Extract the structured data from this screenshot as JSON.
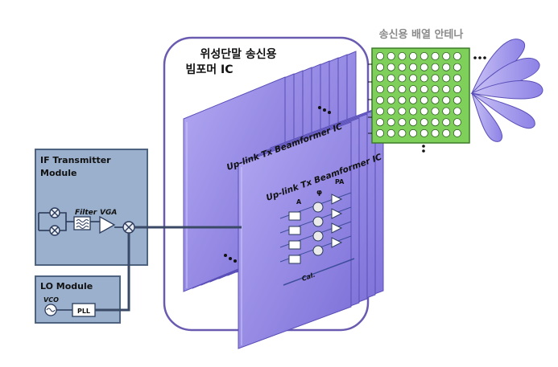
{
  "if_module": {
    "title_line1": "IF Transmitter",
    "title_line2": "Module",
    "filter_label": "Filter",
    "vga_label": "VGA"
  },
  "lo_module": {
    "title": "LO Module",
    "vco_label": "VCO",
    "pll_label": "PLL"
  },
  "beamformer_group": {
    "title_line1": "위성단말 송신용",
    "title_line2": "빔포머 IC",
    "back_chip_label": "Up-link Tx Beamformer IC",
    "front_chip_label": "Up-link Tx Beamformer IC",
    "col_label_a": "A",
    "col_label_phase": "φ",
    "col_label_pa": "PA",
    "cal_label": "Cal."
  },
  "antenna": {
    "title": "송신용 배열 안테나",
    "grid_rows": 8,
    "grid_cols": 8
  },
  "colors": {
    "module_fill": "#9bb0cc",
    "chip_fill": "#9b8fe6",
    "antenna_fill": "#7fd05a",
    "beam_fill": "#8f84e8",
    "frame_stroke": "#6a5ab0"
  }
}
